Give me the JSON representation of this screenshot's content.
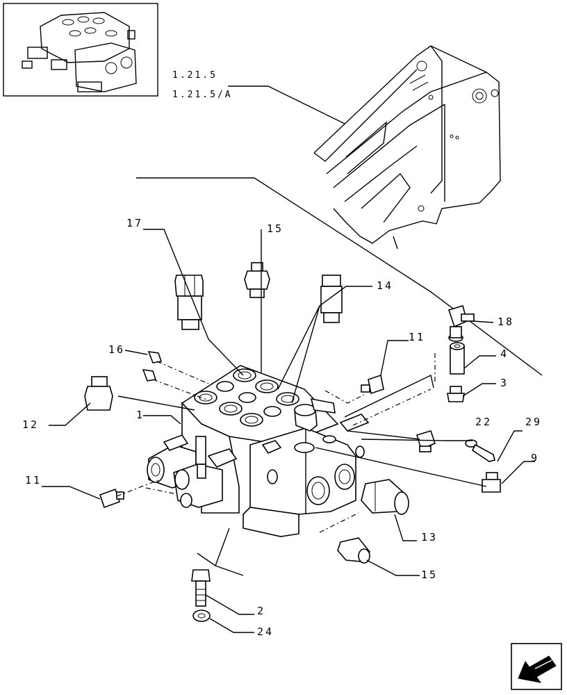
{
  "references": [
    "1.21.5",
    "1.21.5/A"
  ],
  "callouts": {
    "c17": "17",
    "c15top": "15",
    "c14": "14",
    "c18": "18",
    "c16": "16",
    "c11right": "11",
    "c4": "4",
    "c3": "3",
    "c12": "12",
    "c1": "1",
    "c22": "22",
    "c29": "29",
    "c9": "9",
    "c11left": "11",
    "c13": "13",
    "c15bottom": "15",
    "c2": "2",
    "c24": "24"
  },
  "icons": {
    "thumbnail": "valve-assembly-thumbnail",
    "nav": "arrow-back-icon"
  }
}
